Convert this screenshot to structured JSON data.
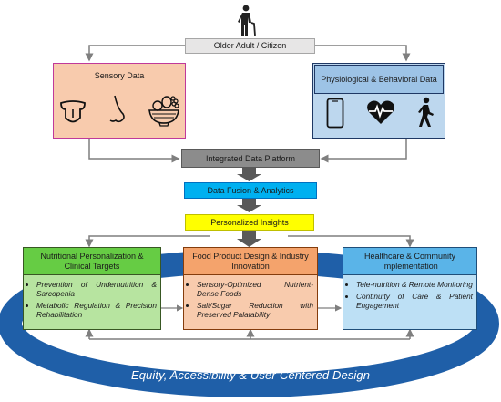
{
  "top": {
    "citizen_label": "Older Adult / Citizen"
  },
  "sensory": {
    "title": "Sensory Data",
    "icons": [
      "tongue-icon",
      "nose-icon",
      "fruit-bowl-icon"
    ]
  },
  "physio": {
    "title": "Physiological & Behavioral Data",
    "icons": [
      "smartphone-icon",
      "heart-pulse-icon",
      "walking-person-icon"
    ]
  },
  "pipeline": {
    "platform": "Integrated Data Platform",
    "fusion": "Data Fusion & Analytics",
    "insights": "Personalized Insights"
  },
  "panels": [
    {
      "title": "Nutritional Personalization & Clinical Targets",
      "items": [
        "Prevention of Undernutrition & Sarcopenia",
        "Metabolic Regulation & Precision Rehabilitation"
      ]
    },
    {
      "title": "Food Product Design & Industry Innovation",
      "items": [
        "Sensory-Optimized Nutrient-Dense Foods",
        "Salt/Sugar Reduction with Preserved Palatability"
      ]
    },
    {
      "title": "Healthcare & Community Implementation",
      "items": [
        "Tele-nutrition & Remote Monitoring",
        "Continuity of Care & Patient Engagement"
      ]
    }
  ],
  "ring_label": "Equity, Accessibility & User-Centered Design",
  "colors": {
    "ring": "#1f5fa8",
    "sensory_border": "#c0399a",
    "sensory_fill": "#f8cbad",
    "physio_border": "#1f3864",
    "physio_fill": "#bdd7ee",
    "physio_title_fill": "#9dc3e6",
    "platform": "#8c8c8c",
    "fusion": "#00b0f0",
    "insights": "#ffff00",
    "panel1_head": "#66cc44",
    "panel1_body": "#b7e4a0",
    "panel2_head": "#f4a36c",
    "panel2_body": "#f8cbad",
    "panel3_head": "#5ab4e8",
    "panel3_body": "#bde0f5"
  }
}
